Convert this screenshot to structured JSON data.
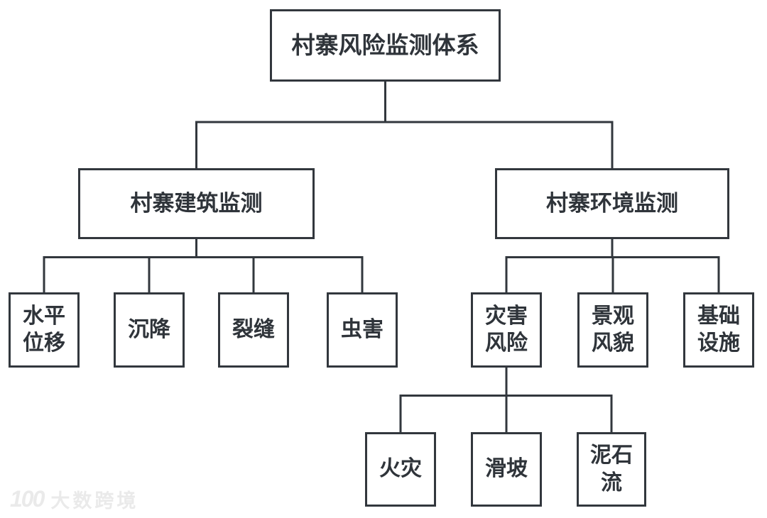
{
  "page": {
    "background": "#ffffff",
    "line_color": "#32373d",
    "text_color": "#2f343a"
  },
  "tree": {
    "label": "村寨风险监测体系",
    "children": [
      {
        "label": "村寨建筑监测",
        "children": [
          {
            "label": "水平位移"
          },
          {
            "label": "沉降"
          },
          {
            "label": "裂缝"
          },
          {
            "label": "虫害"
          }
        ]
      },
      {
        "label": "村寨环境监测",
        "children": [
          {
            "label": "灾害风险",
            "children": [
              {
                "label": "火灾"
              },
              {
                "label": "滑坡"
              },
              {
                "label": "泥石流"
              }
            ]
          },
          {
            "label": "景观风貌"
          },
          {
            "label": "基础设施"
          }
        ]
      }
    ]
  },
  "watermark": {
    "logo": "100",
    "text": "大数跨境"
  }
}
